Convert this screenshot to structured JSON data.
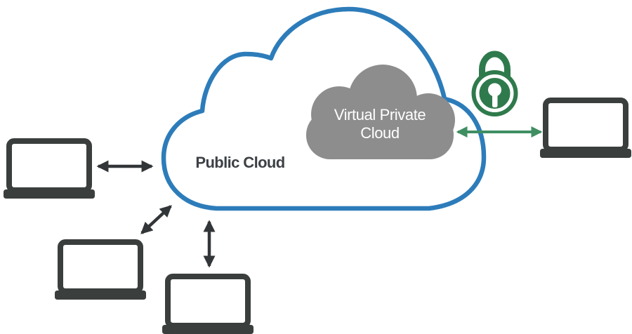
{
  "diagram": {
    "public_cloud_label": "Public Cloud",
    "vpc_label": "Virtual Private Cloud",
    "device_count": 4,
    "colors": {
      "public_cloud_outline": "#2d7cba",
      "vpc_fill": "#8d8d8d",
      "vpc_text": "#ffffff",
      "public_cloud_text": "#3d4145",
      "lock_green": "#2f7a4c",
      "secure_arrow_green": "#3f8e62",
      "device_dark": "#3a3f3d",
      "arrow_dark": "#333638"
    },
    "icons": {
      "padlock-icon": "green padlock with white keyhole (security)",
      "laptop-icon": "dark laptop outline (client device)",
      "double-arrow-icon": "double-headed connection arrow"
    }
  }
}
